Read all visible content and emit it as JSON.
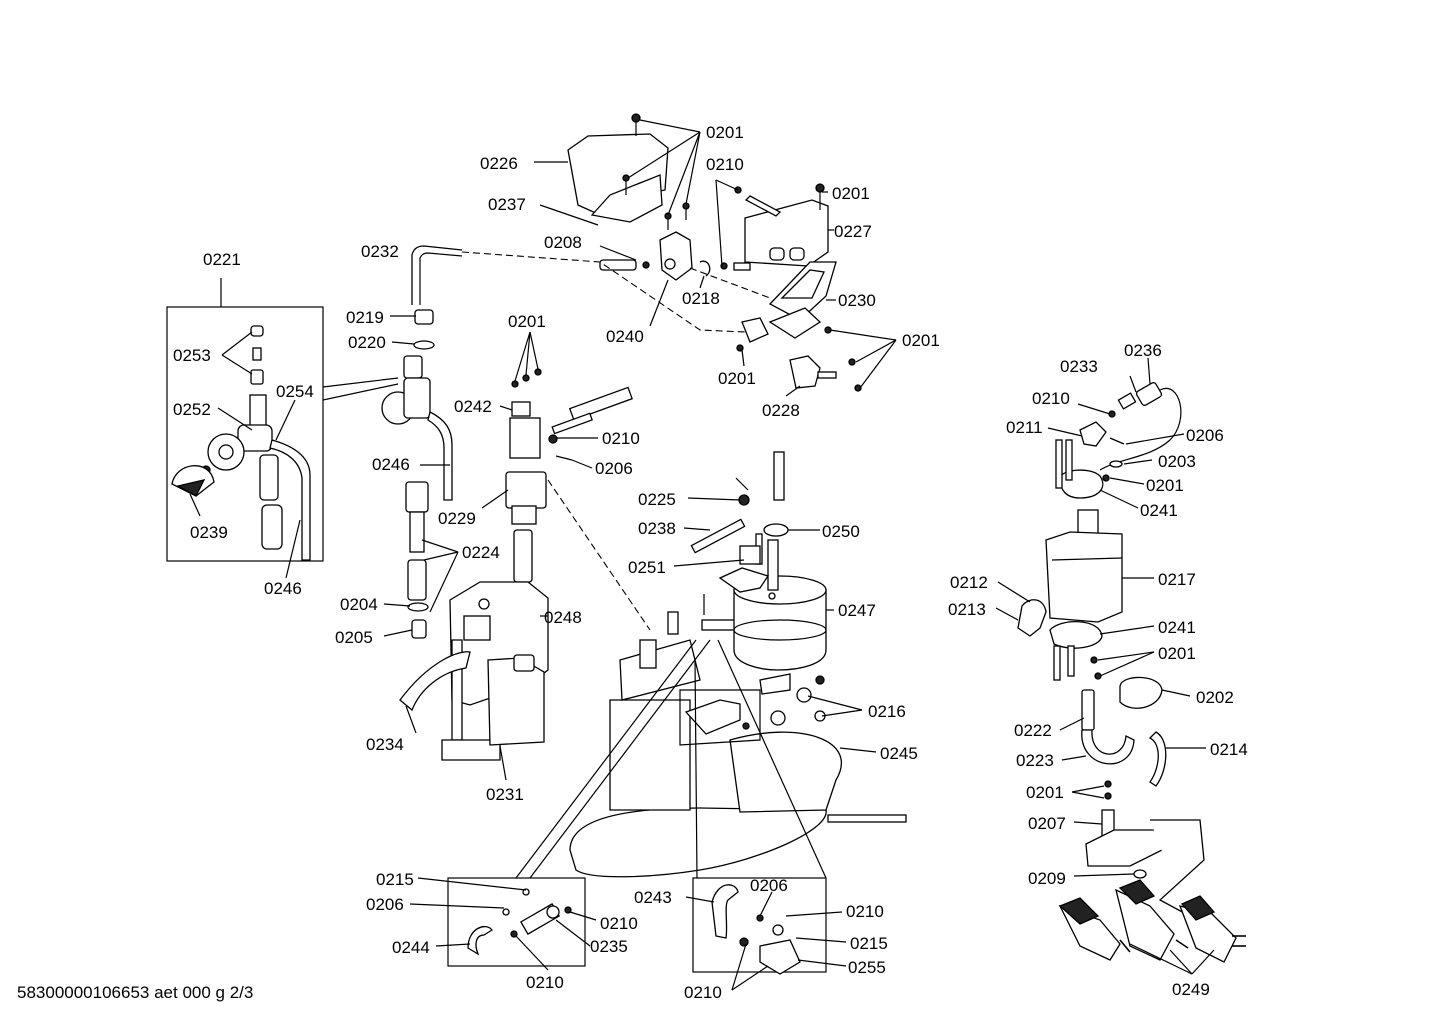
{
  "document_code": "58300000106653 aet 000 g 2/3",
  "parts": [
    "0201",
    "0202",
    "0203",
    "0204",
    "0205",
    "0206",
    "0207",
    "0208",
    "0209",
    "0210",
    "0211",
    "0212",
    "0213",
    "0214",
    "0215",
    "0216",
    "0217",
    "0218",
    "0219",
    "0220",
    "0221",
    "0222",
    "0223",
    "0224",
    "0225",
    "0226",
    "0227",
    "0228",
    "0229",
    "0230",
    "0231",
    "0232",
    "0233",
    "0234",
    "0235",
    "0236",
    "0237",
    "0238",
    "0239",
    "0240",
    "0241",
    "0242",
    "0243",
    "0244",
    "0245",
    "0246",
    "0247",
    "0248",
    "0249",
    "0250",
    "0251",
    "0252",
    "0253",
    "0254",
    "0255"
  ]
}
